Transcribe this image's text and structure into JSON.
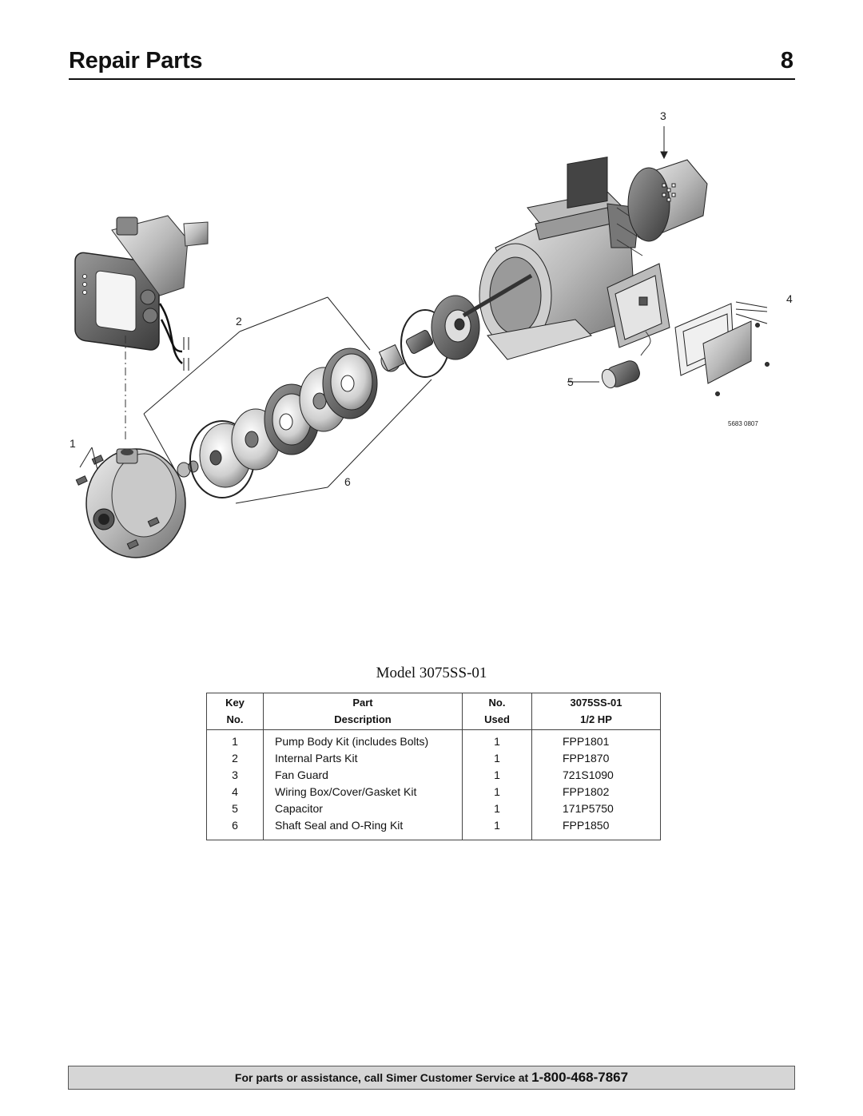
{
  "header": {
    "title": "Repair Parts",
    "page_number": "8"
  },
  "diagram": {
    "callouts": [
      "1",
      "2",
      "3",
      "4",
      "5",
      "6"
    ],
    "figure_code": "5683 0807"
  },
  "model_title": "Model 3075SS-01",
  "table": {
    "headers_row1": [
      "Key",
      "Part",
      "No.",
      "3075SS-01"
    ],
    "headers_row2": [
      "No.",
      "Description",
      "Used",
      "1/2 HP"
    ],
    "rows": [
      {
        "key": "1",
        "description": "Pump Body Kit (includes Bolts)",
        "used": "1",
        "part": "FPP1801"
      },
      {
        "key": "2",
        "description": "Internal Parts Kit",
        "used": "1",
        "part": "FPP1870"
      },
      {
        "key": "3",
        "description": "Fan Guard",
        "used": "1",
        "part": "721S1090"
      },
      {
        "key": "4",
        "description": "Wiring Box/Cover/Gasket Kit",
        "used": "1",
        "part": "FPP1802"
      },
      {
        "key": "5",
        "description": "Capacitor",
        "used": "1",
        "part": "171P5750"
      },
      {
        "key": "6",
        "description": "Shaft Seal and O-Ring Kit",
        "used": "1",
        "part": "FPP1850"
      }
    ]
  },
  "footer": {
    "text": "For parts or assistance, call Simer Customer Service at",
    "phone": "1-800-468-7867"
  }
}
